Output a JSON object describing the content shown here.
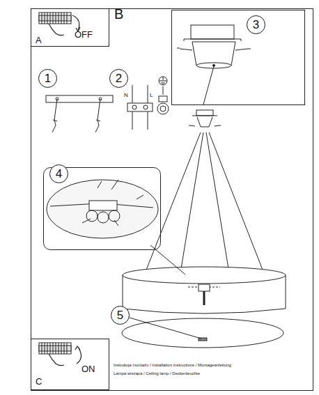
{
  "diagram": {
    "nodes": [
      {
        "text": [
          "A",
          "OFF"
        ]
      },
      {
        "text": [
          "1"
        ]
      },
      {
        "text": [
          "2"
        ]
      },
      {
        "text": [
          "3"
        ]
      },
      {
        "text": [
          "4"
        ]
      },
      {
        "text": [
          "5"
        ]
      },
      {
        "text": [
          "C",
          "ON"
        ]
      }
    ],
    "labels": [
      "B",
      "N",
      "L",
      "Instrukcja montażu / Installation instructions / Montageanleitung",
      "Lampa wisząca / Ceiling lamp / Deckenleuchte"
    ]
  }
}
